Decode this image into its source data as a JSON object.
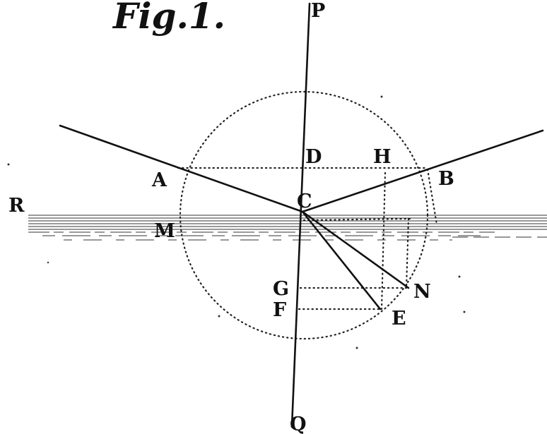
{
  "figure": {
    "title": "Fig.1.",
    "labels": {
      "P": "P",
      "D": "D",
      "H": "H",
      "A": "A",
      "B": "B",
      "R": "R",
      "C": "C",
      "M": "M",
      "G": "G",
      "N": "N",
      "F": "F",
      "E": "E",
      "Q": "Q"
    }
  }
}
